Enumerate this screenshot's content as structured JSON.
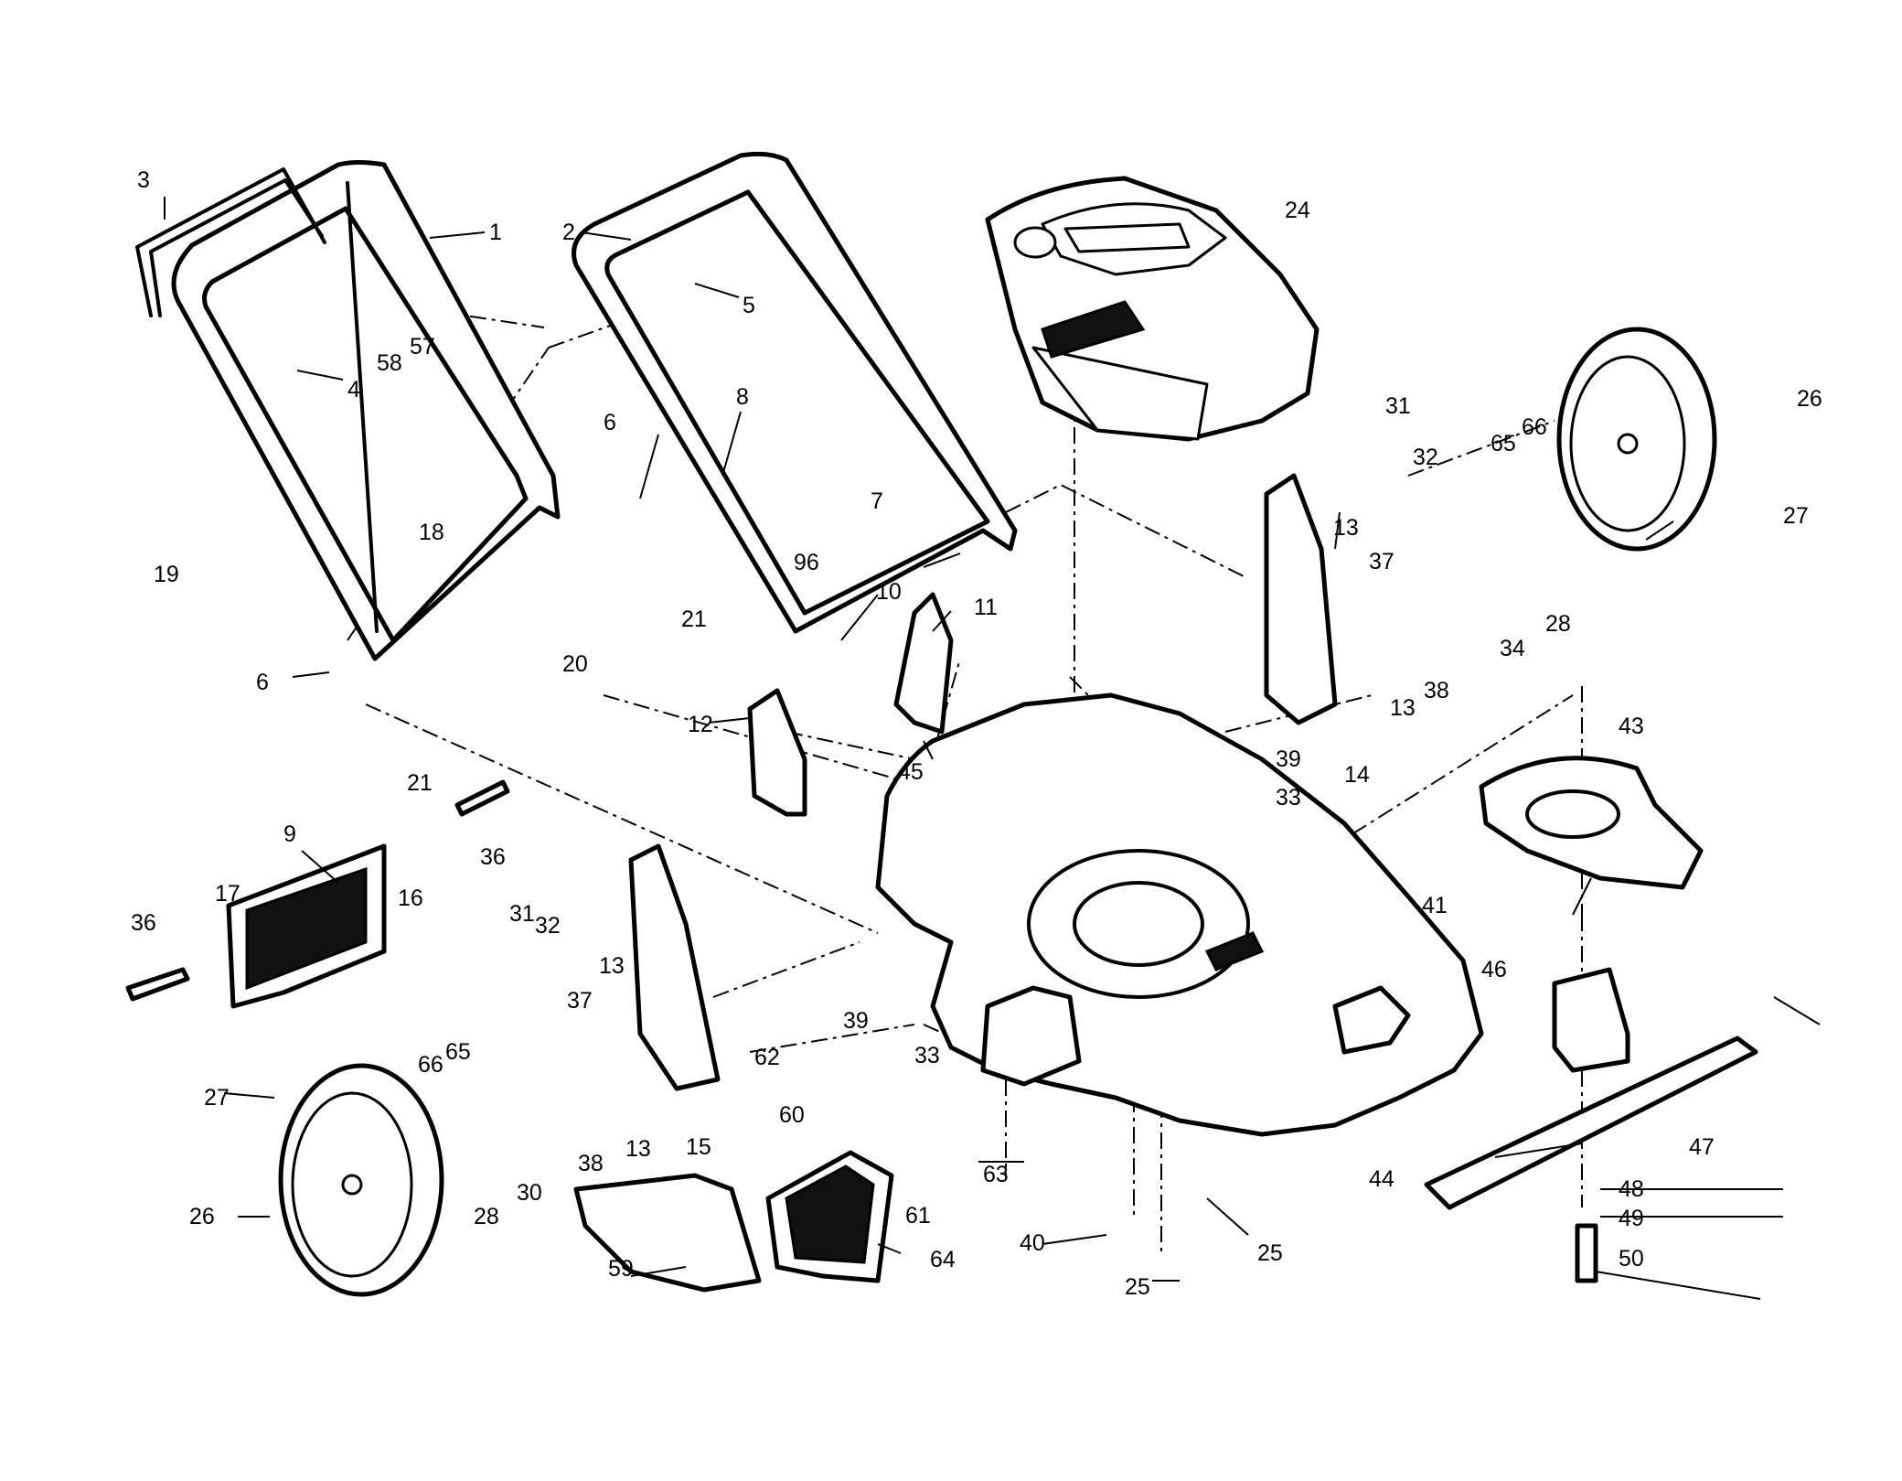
{
  "diagram": {
    "callouts": [
      "1",
      "2",
      "3",
      "4",
      "5",
      "6",
      "6",
      "7",
      "8",
      "9",
      "10",
      "11",
      "12",
      "13",
      "13",
      "13",
      "13",
      "14",
      "15",
      "16",
      "17",
      "18",
      "19",
      "20",
      "21",
      "21",
      "24",
      "25",
      "25",
      "26",
      "26",
      "27",
      "27",
      "28",
      "28",
      "30",
      "31",
      "31",
      "32",
      "32",
      "33",
      "33",
      "34",
      "36",
      "36",
      "37",
      "37",
      "38",
      "38",
      "39",
      "39",
      "40",
      "41",
      "43",
      "44",
      "45",
      "46",
      "47",
      "48",
      "49",
      "50",
      "57",
      "58",
      "59",
      "60",
      "61",
      "62",
      "63",
      "64",
      "65",
      "65",
      "66",
      "66",
      "96"
    ]
  }
}
